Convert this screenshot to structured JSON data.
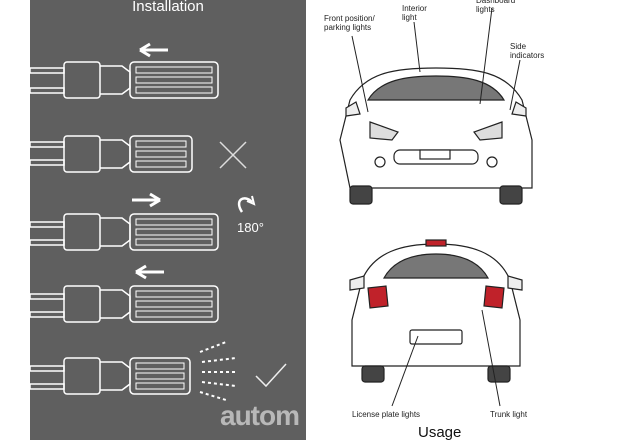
{
  "installation": {
    "title": "Installation",
    "rotation_label": "180°",
    "steps": [
      {
        "arrow": "left",
        "result": "none"
      },
      {
        "arrow": "none",
        "result": "cross"
      },
      {
        "arrow": "right",
        "result": "rotate"
      },
      {
        "arrow": "left",
        "result": "none"
      },
      {
        "arrow": "none",
        "result": "check"
      }
    ]
  },
  "usage": {
    "title": "Usage",
    "labels": {
      "front_position": "Front position/\nparking lights",
      "interior": "Interior\nlight",
      "dashboard": "Dashboard\nlights",
      "side": "Side\nindicators",
      "license": "License plate lights",
      "trunk": "Trunk light"
    }
  },
  "watermark": "autom",
  "colors": {
    "panel_bg": "#5f5f5f",
    "bulb": "#ffffff",
    "taillight": "#c0222a",
    "brakelight": "#c0222a"
  }
}
